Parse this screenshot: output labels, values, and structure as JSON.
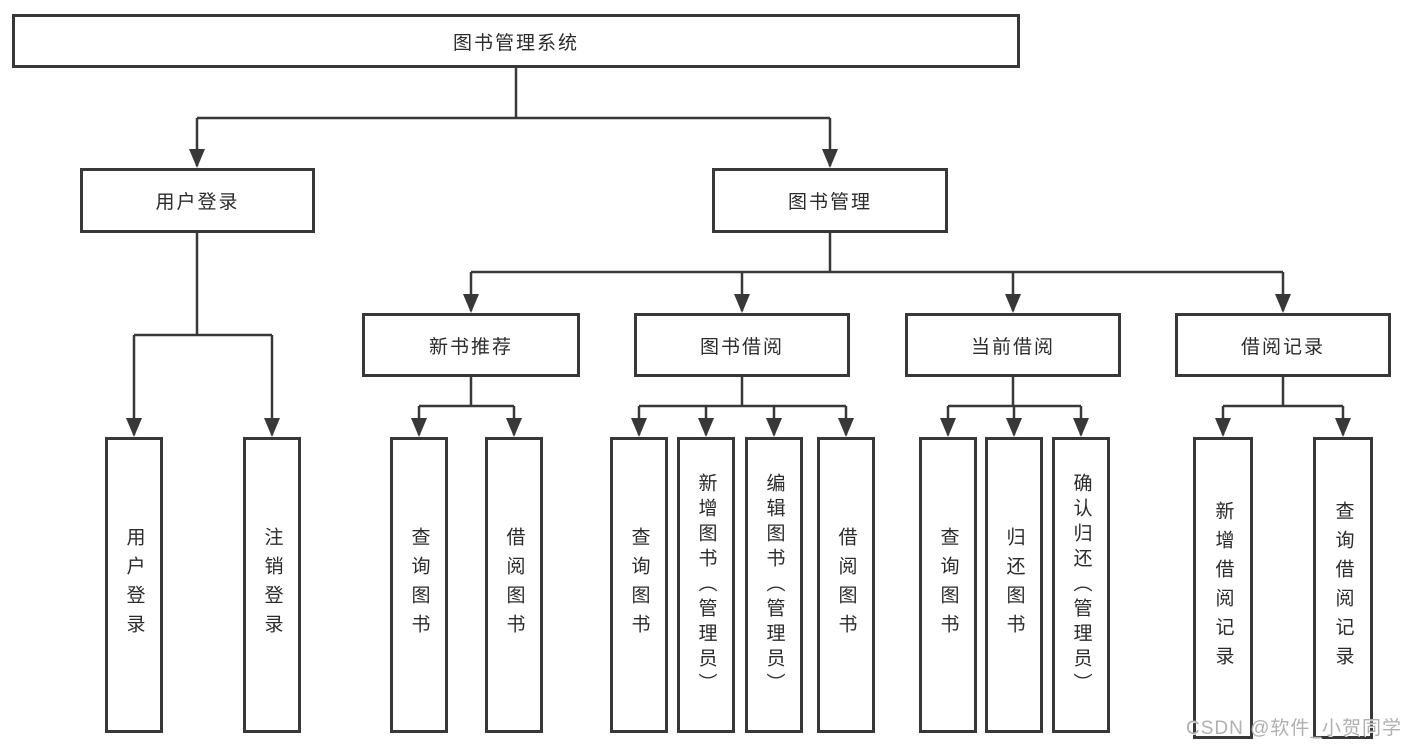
{
  "tree": {
    "label": "图书管理系统",
    "children": [
      {
        "label": "用户登录",
        "children": [
          {
            "label": "用户登录"
          },
          {
            "label": "注销登录"
          }
        ]
      },
      {
        "label": "图书管理",
        "children": [
          {
            "label": "新书推荐",
            "children": [
              {
                "label": "查询图书"
              },
              {
                "label": "借阅图书"
              }
            ]
          },
          {
            "label": "图书借阅",
            "children": [
              {
                "label": "查询图书"
              },
              {
                "label": "新增图书（管理员）"
              },
              {
                "label": "编辑图书（管理员）"
              },
              {
                "label": "借阅图书"
              }
            ]
          },
          {
            "label": "当前借阅",
            "children": [
              {
                "label": "查询图书"
              },
              {
                "label": "归还图书"
              },
              {
                "label": "确认归还（管理员）"
              }
            ]
          },
          {
            "label": "借阅记录",
            "children": [
              {
                "label": "新增借阅记录"
              },
              {
                "label": "查询借阅记录"
              }
            ]
          }
        ]
      }
    ]
  },
  "watermark": {
    "text": "CSDN @软件_小贺同学"
  },
  "colors": {
    "line": "#383838",
    "text": "#2b2b2b",
    "watermark": "#b0b0b0",
    "bg": "#ffffff"
  }
}
